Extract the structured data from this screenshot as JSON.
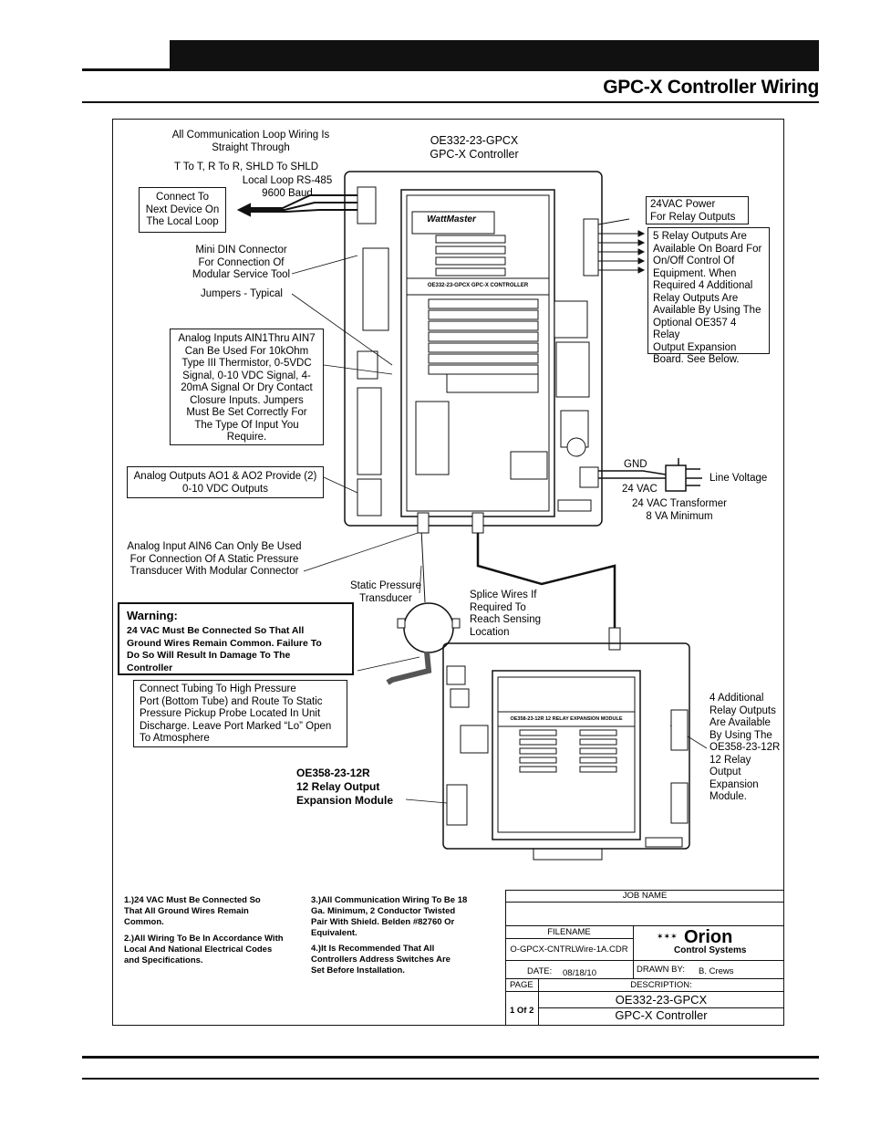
{
  "header": {
    "title": "GPC-X Controller Wiring"
  },
  "controller": {
    "model": "OE332-23-GPCX",
    "name": "GPC-X Controller",
    "board_title": "OE332-23-GPCX GPC-X CONTROLLER",
    "brand": "WattMaster"
  },
  "expansion": {
    "board_title": "OE358-23-12R 12 RELAY EXPANSION MODULE"
  },
  "labels": {
    "comm_loop": "All Communication Loop Wiring Is\nStraight Through",
    "t_to_t": "T To T, R To R, SHLD To SHLD",
    "local_loop": "Local Loop RS-485\n9600 Baud",
    "connect_next": "Connect To\nNext  Device On\nThe Local Loop",
    "mini_din": "Mini DIN Connector\nFor Connection Of\nModular Service Tool",
    "jumpers": "Jumpers - Typical",
    "analog_inputs": "Analog Inputs AIN1Thru AIN7\nCan Be Used For 10kOhm\nType III Thermistor, 0-5VDC\nSignal, 0-10 VDC Signal, 4-\n20mA Signal Or Dry Contact\nClosure Inputs. Jumpers\nMust Be Set Correctly For\nThe Type Of Input You\nRequire.",
    "analog_outputs": "Analog Outputs AO1 & AO2 Provide (2)\n0-10 VDC Outputs",
    "ain6": "Analog Input AIN6 Can Only Be Used\nFor Connection Of A Static Pressure\nTransducer  With Modular Connector",
    "static_pressure": "Static Pressure\nTransducer",
    "splice": "Splice Wires If\nRequired To\nReach Sensing\nLocation",
    "power_24": "24VAC Power\nFor Relay Outputs",
    "relay5": "5 Relay Outputs Are\nAvailable On Board For\nOn/Off Control Of\nEquipment. When\nRequired 4 Additional\nRelay Outputs Are\nAvailable By Using The\nOptional OE357 4 Relay\nOutput Expansion\nBoard. See Below.",
    "gnd": "GND",
    "vac24": "24 VAC",
    "line_voltage": "Line Voltage",
    "transformer": "24 VAC Transformer\n8 VA Minimum",
    "tubing": "Connect Tubing To High Pressure\nPort  (Bottom Tube) and Route To Static\nPressure Pickup Probe Located In Unit\nDischarge. Leave Port Marked “Lo” Open\nTo Atmosphere",
    "module": "OE358-23-12R\n12 Relay Output\nExpansion Module",
    "relay4": "4 Additional\nRelay Outputs\nAre Available\nBy Using The\nOE358-23-12R\n12 Relay\nOutput\nExpansion\nModule."
  },
  "warning": {
    "title": "Warning:",
    "body": "24 VAC Must Be Connected So That All\nGround Wires Remain Common. Failure To\nDo So Will Result In Damage To The\nController"
  },
  "notes": [
    "1.)24 VAC Must Be Connected So\n     That All Ground Wires Remain\n     Common.",
    "2.)All Wiring To Be In Accordance With\n     Local And National Electrical Codes\n     and Specifications.",
    "3.)All Communication Wiring To Be 18\n     Ga. Minimum, 2 Conductor Twisted\n     Pair With Shield. Belden #82760 Or\n     Equivalent.",
    "4.)It Is Recommended That All\n     Controllers Address Switches Are\n     Set Before Installation."
  ],
  "title_block": {
    "job_name_label": "JOB NAME",
    "filename_label": "FILENAME",
    "filename": "O-GPCX-CNTRLWire-1A.CDR",
    "logo_name": "Orion",
    "logo_sub": "Control Systems",
    "date_label": "DATE:",
    "date": "08/18/10",
    "drawn_by_label": "DRAWN BY:",
    "drawn_by": "B. Crews",
    "page_label": "PAGE",
    "description_label": "DESCRIPTION:",
    "page": "1 Of 2",
    "desc1": "OE332-23-GPCX",
    "desc2": "GPC-X Controller"
  }
}
